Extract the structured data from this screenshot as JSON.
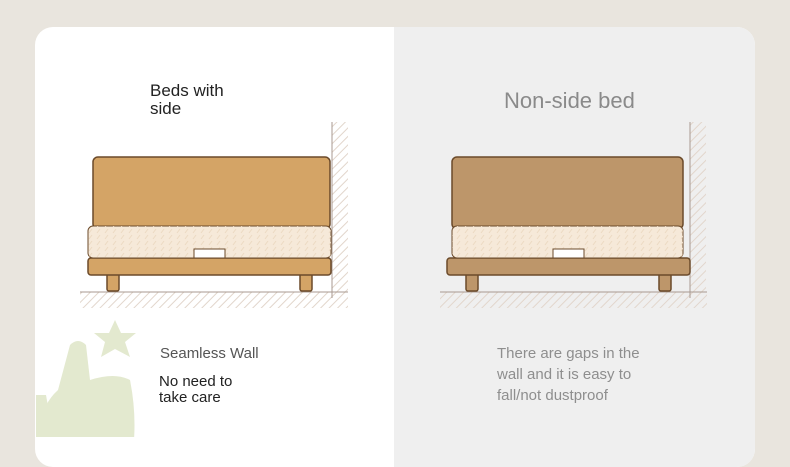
{
  "left_panel": {
    "title": "Beds with side",
    "feature": "Seamless Wall",
    "benefit": "No need to take care",
    "icon": "thumbs-up-star-icon"
  },
  "right_panel": {
    "title": "Non-side bed",
    "description": "There are gaps in the wall and it is easy to fall/not dustproof"
  },
  "colors": {
    "background": "#e9e5de",
    "left_headboard": "#d4a466",
    "right_headboard": "#bd966a",
    "mattress": "#f6e9d9",
    "outline": "#6b4a2a",
    "icon": "#e3e9cf"
  }
}
